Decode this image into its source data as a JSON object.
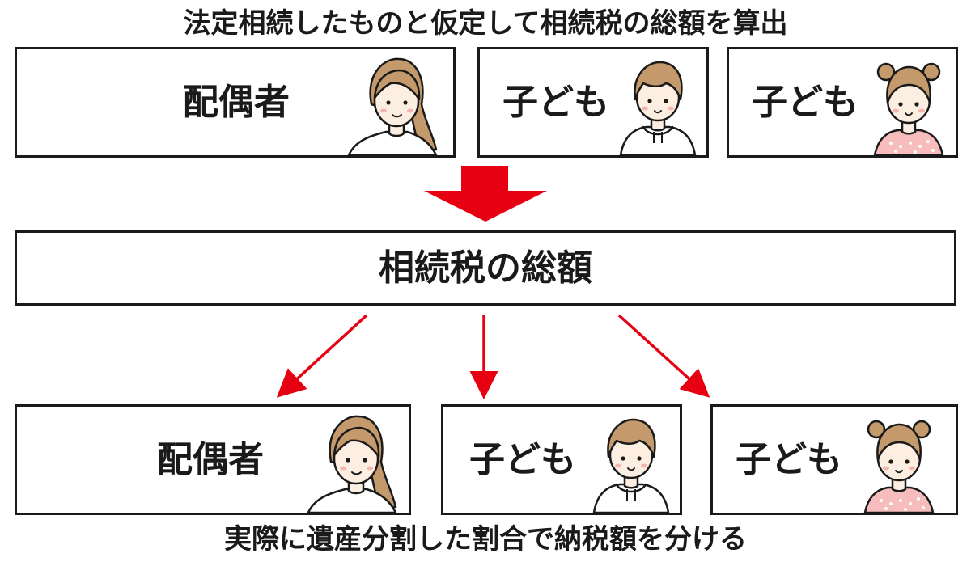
{
  "header": {
    "caption": "法定相続したものと仮定して相続税の総額を算出"
  },
  "top_row": [
    {
      "label": "配偶者",
      "avatar": "woman-avatar-icon"
    },
    {
      "label": "子ども",
      "avatar": "boy-avatar-icon"
    },
    {
      "label": "子ども",
      "avatar": "girl-avatar-icon"
    }
  ],
  "total": {
    "label": "相続税の総額"
  },
  "bottom_row": [
    {
      "label": "配偶者",
      "avatar": "woman-avatar-icon"
    },
    {
      "label": "子ども",
      "avatar": "boy-avatar-icon"
    },
    {
      "label": "子ども",
      "avatar": "girl-avatar-icon"
    }
  ],
  "footer": {
    "caption": "実際に遺産分割した割合で納税額を分ける"
  },
  "colors": {
    "arrow": "#e60012",
    "outline": "#1a1a1a",
    "skin": "#fdeee2",
    "hair": "#c49a6c",
    "cheek": "#f5b5ae",
    "dress": "#f7bcbc"
  }
}
